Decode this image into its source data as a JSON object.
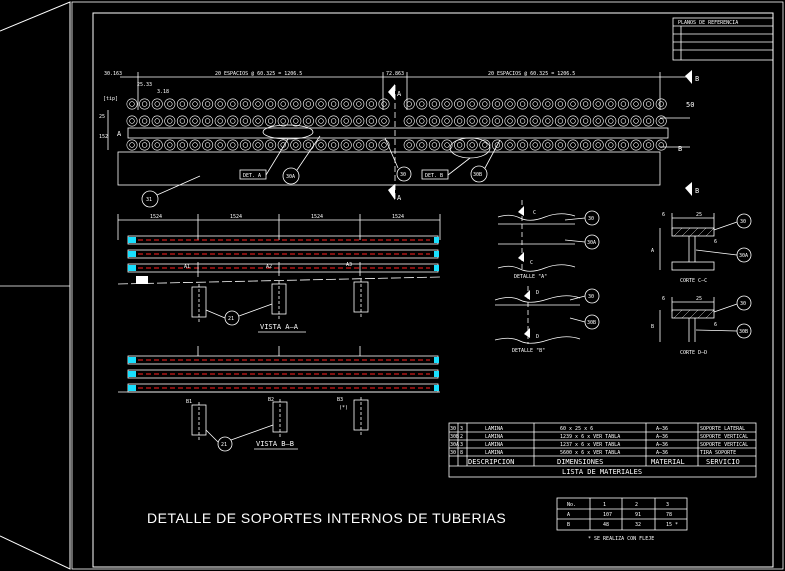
{
  "title_block": {
    "header": "PLANOS DE REFERENCIA"
  },
  "drawing_title": "DETALLE DE SOPORTES INTERNOS DE TUBERIAS",
  "elevation": {
    "dim_left": "20 ESPACIOS @ 60.325 = 1206.5",
    "dim_right": "20 ESPACIOS @ 60.325 = 1206.5",
    "dim_gap": "72.863",
    "dim_start": "30.163",
    "dim_small1": "25.33",
    "dim_small2": "3.18",
    "label_tip": "[tip]",
    "dim_vert1": "25",
    "dim_vert2": "152",
    "dim_right_50": "50",
    "sec_a": "A",
    "sec_b": "B",
    "det_a": "DET. A",
    "det_b": "DET. B",
    "bubble_30a": "30A",
    "bubble_30": "30",
    "bubble_30b": "30B",
    "bubble_31": "31"
  },
  "plan_a": {
    "dims": [
      "1524",
      "1524",
      "1524",
      "1524"
    ],
    "labels": [
      "A1",
      "A2",
      "A3"
    ],
    "bubble": "21",
    "caption": "VISTA A—A"
  },
  "plan_b": {
    "labels": [
      "B1",
      "B2",
      "B3",
      "(*)"
    ],
    "bubble": "21",
    "caption": "VISTA B—B"
  },
  "detail_a": {
    "caption": "DETALLE \"A\"",
    "sec": "C",
    "bubble1": "30",
    "bubble2": "30A"
  },
  "detail_b": {
    "caption": "DETALLE \"B\"",
    "sec": "D",
    "bubble1": "30",
    "bubble2": "30B"
  },
  "corte_c": {
    "caption": "CORTE C—C",
    "dim_top": "25",
    "dim_a": "A",
    "dim_6a": "6",
    "dim_6b": "6",
    "bubble1": "30",
    "bubble2": "30A"
  },
  "corte_d": {
    "caption": "CORTE D—D",
    "dim_top": "25",
    "dim_b": "B",
    "dim_6a": "6",
    "dim_6b": "6",
    "bubble1": "30",
    "bubble2": "30B"
  },
  "materials": {
    "title": "LISTA DE MATERIALES",
    "headers": [
      "DESCRIPCION",
      "DIMENSIONES",
      "MATERIAL",
      "SERVICIO"
    ],
    "rows": [
      {
        "mark": "30",
        "qty": "3",
        "desc": "LAMINA",
        "dim": "60 x 25 x 6",
        "mat": "A—36",
        "serv": "SOPORTE LATERAL"
      },
      {
        "mark": "30B",
        "qty": "2",
        "desc": "LAMINA",
        "dim": "1239 x 6 x VER TABLA",
        "mat": "A—36",
        "serv": "SOPORTE VERTICAL"
      },
      {
        "mark": "30A",
        "qty": "3",
        "desc": "LAMINA",
        "dim": "1237 x 6 x VER TABLA",
        "mat": "A—36",
        "serv": "SOPORTE VERTICAL"
      },
      {
        "mark": "30",
        "qty": "8",
        "desc": "LAMINA",
        "dim": "5600 x 6 x VER TABLA",
        "mat": "A—36",
        "serv": "TIRA SOPORTE"
      }
    ]
  },
  "small_table": {
    "headers": [
      "No.",
      "1",
      "2",
      "3"
    ],
    "rows": [
      [
        "A",
        "107",
        "91",
        "78"
      ],
      [
        "B",
        "48",
        "32",
        "15 *"
      ]
    ],
    "note": "* SE REALIZA CON FLEJE"
  }
}
